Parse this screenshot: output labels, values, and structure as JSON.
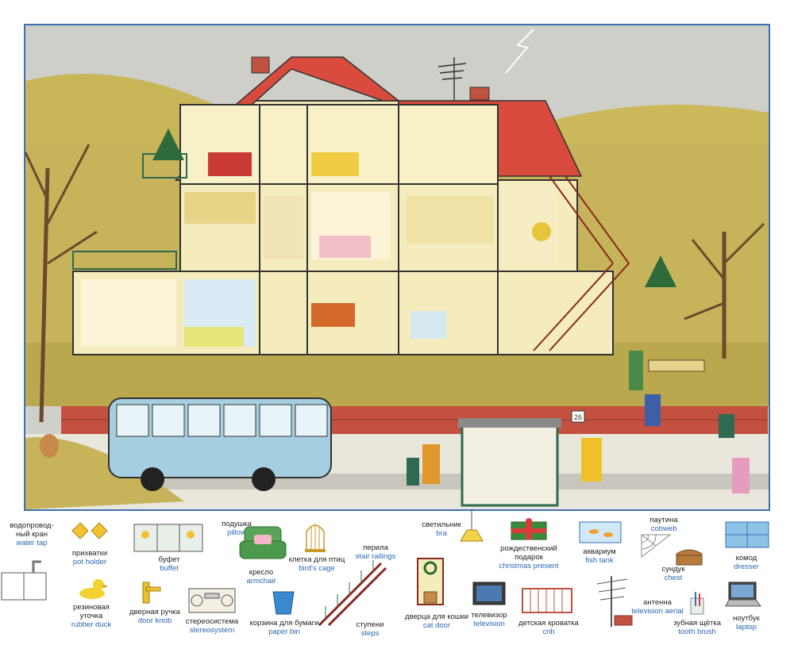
{
  "colors": {
    "frame": "#3d6fb3",
    "english_label": "#2a67b1",
    "russian_label": "#222222"
  },
  "scene": {
    "house_number": "26"
  },
  "glossary": [
    {
      "ru": "водопровод-\nный кран",
      "en": "water tap",
      "icon": "water-tap-icon"
    },
    {
      "ru": "прихватки",
      "en": "pot holder",
      "icon": "pot-holder-icon"
    },
    {
      "ru": "буфет",
      "en": "buffet",
      "icon": "buffet-icon"
    },
    {
      "ru": "подушка",
      "en": "pillow",
      "icon": "pillow-icon"
    },
    {
      "ru": "кресло",
      "en": "armchair",
      "icon": "armchair-icon"
    },
    {
      "ru": "клетка для птиц",
      "en": "bird's cage",
      "icon": "birdcage-icon"
    },
    {
      "ru": "перила",
      "en": "stair railings",
      "icon": "stair-railings-icon"
    },
    {
      "ru": "светильник",
      "en": "bra",
      "icon": "wall-lamp-icon"
    },
    {
      "ru": "рождественский\nподарок",
      "en": "christmas present",
      "icon": "present-icon"
    },
    {
      "ru": "аквариум",
      "en": "fish tank",
      "icon": "fish-tank-icon"
    },
    {
      "ru": "паутина",
      "en": "cobweb",
      "icon": "cobweb-icon"
    },
    {
      "ru": "комод",
      "en": "dresser",
      "icon": "dresser-icon"
    },
    {
      "ru": "сундук",
      "en": "chest",
      "icon": "chest-icon"
    },
    {
      "ru": "резиновая\nуточка",
      "en": "rubber duck",
      "icon": "rubber-duck-icon"
    },
    {
      "ru": "дверная ручка",
      "en": "door knob",
      "icon": "door-knob-icon"
    },
    {
      "ru": "стереосистема",
      "en": "stereosystem",
      "icon": "stereo-icon"
    },
    {
      "ru": "корзина для бумаги",
      "en": "paper bin",
      "icon": "paper-bin-icon"
    },
    {
      "ru": "ступени",
      "en": "steps",
      "icon": "steps-icon"
    },
    {
      "ru": "дверца для кошки",
      "en": "cat door",
      "icon": "cat-door-icon"
    },
    {
      "ru": "телевизор",
      "en": "television",
      "icon": "tv-icon"
    },
    {
      "ru": "детская кроватка",
      "en": "crib",
      "icon": "crib-icon"
    },
    {
      "ru": "антенна",
      "en": "television aerial",
      "icon": "aerial-icon"
    },
    {
      "ru": "зубная щётка",
      "en": "tooth brush",
      "icon": "toothbrush-icon"
    },
    {
      "ru": "ноутбук",
      "en": "laptop",
      "icon": "laptop-icon"
    }
  ]
}
